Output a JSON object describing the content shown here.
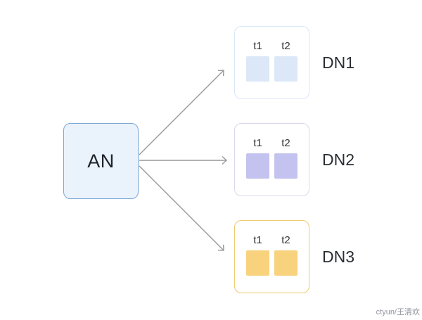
{
  "diagram": {
    "an_node": {
      "label": "AN",
      "fill": "#eaf2fb",
      "border": "#7ba7d7"
    },
    "arrow_color": "#999999",
    "targets": [
      {
        "label": "DN1",
        "slots": [
          "t1",
          "t2"
        ],
        "square_fill": "#dce8f7",
        "box_border": "#d9e7f8"
      },
      {
        "label": "DN2",
        "slots": [
          "t1",
          "t2"
        ],
        "square_fill": "#c4c3ef",
        "box_border": "#d7d9ea"
      },
      {
        "label": "DN3",
        "slots": [
          "t1",
          "t2"
        ],
        "square_fill": "#f8d27d",
        "box_border": "#eec96e"
      }
    ],
    "watermark": "ctyun/王清欢"
  }
}
